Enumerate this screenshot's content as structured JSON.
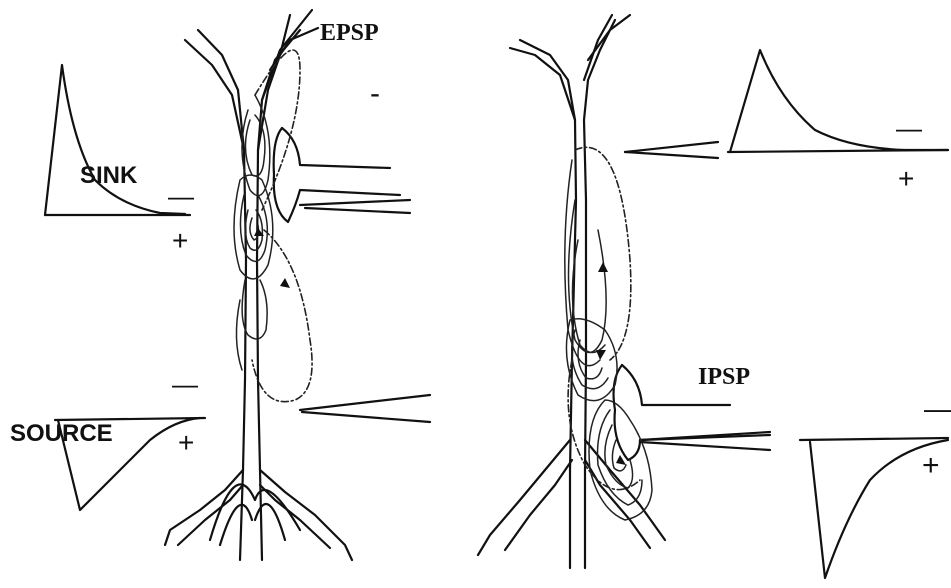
{
  "labels": {
    "epsp": "EPSP",
    "ipsp": "IPSP",
    "sink": "SINK",
    "source": "SOURCE"
  },
  "signs": {
    "epsp_minus": "-",
    "sink_minus": "—",
    "sink_plus": "+",
    "source_minus": "—",
    "source_plus": "+",
    "right_top_minus": "—",
    "right_top_plus": "+",
    "right_bottom_minus": "—",
    "right_bottom_plus": "+"
  }
}
